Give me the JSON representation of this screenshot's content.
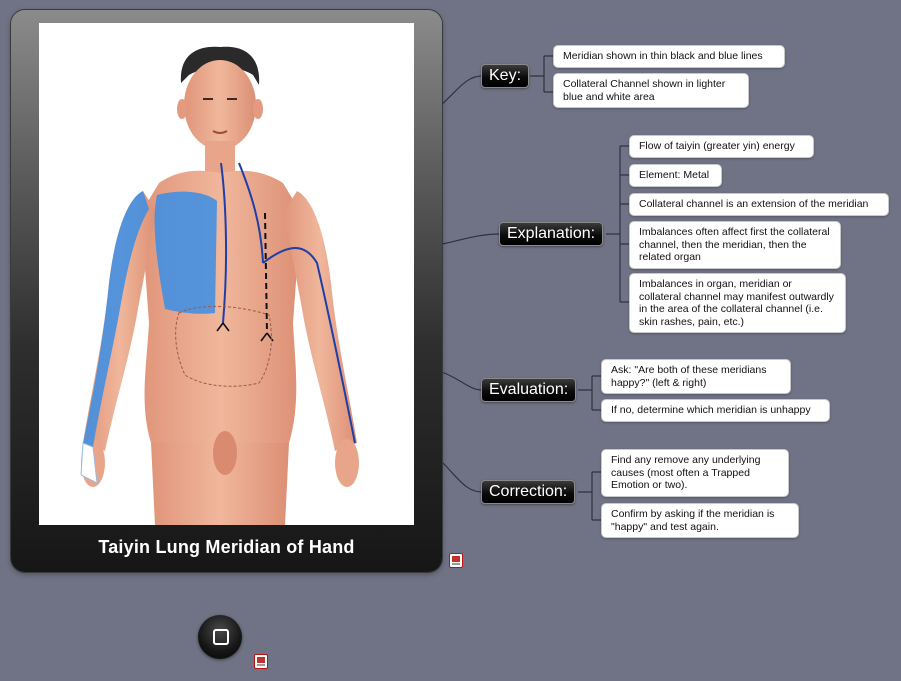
{
  "caption": "Taiyin Lung Meridian of Hand",
  "topics": {
    "key": {
      "label": "Key:",
      "items": [
        "Meridian shown in thin black and blue lines",
        "Collateral Channel shown in lighter blue and white area"
      ]
    },
    "explanation": {
      "label": "Explanation:",
      "items": [
        "Flow of taiyin (greater yin) energy",
        "Element: Metal",
        "Collateral channel is an extension of the meridian",
        "Imbalances often affect first the collateral channel, then the meridian, then the related organ",
        "Imbalances in organ, meridian or collateral channel may manifest outwardly in the area of the collateral channel (i.e. skin rashes, pain, etc.)"
      ]
    },
    "evaluation": {
      "label": "Evaluation:",
      "items": [
        "Ask: \"Are both of these meridians happy?\" (left & right)",
        "If no, determine which meridian is unhappy"
      ]
    },
    "correction": {
      "label": "Correction:",
      "items": [
        "Find any remove any underlying causes (most often a Trapped Emotion or two).",
        "Confirm by asking if the meridian is \"happy\" and test again."
      ]
    }
  },
  "colors": {
    "background": "#707385",
    "topic_fill": "#000000",
    "meridian_blue": "#1e3fa8",
    "collateral_blue": "#3a8ee6"
  },
  "icons": [
    "attachment-icon",
    "home-button-icon"
  ]
}
